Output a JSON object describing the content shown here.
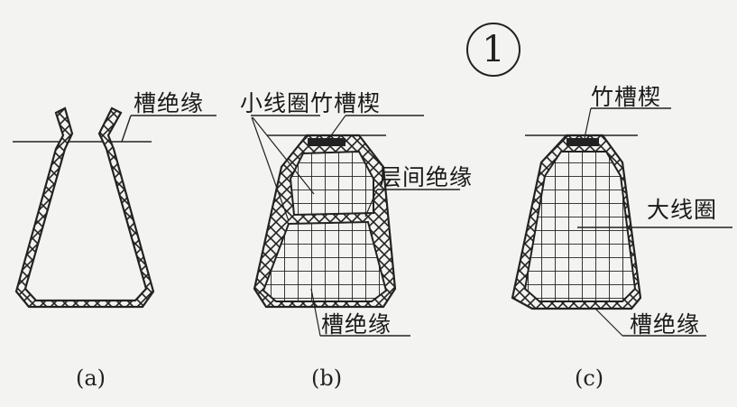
{
  "figure": {
    "number": "1",
    "colors": {
      "ink": "#222222",
      "paper": "#f3f3f1"
    },
    "panels": [
      {
        "id": "a",
        "caption": "(a)",
        "labels": {
          "slot_insulation": "槽绝缘"
        }
      },
      {
        "id": "b",
        "caption": "(b)",
        "labels": {
          "small_coil_wedge": "小线圈竹槽楔",
          "interlayer_insulation": "层间绝缘",
          "slot_insulation": "槽绝缘"
        }
      },
      {
        "id": "c",
        "caption": "(c)",
        "labels": {
          "bamboo_wedge": "竹槽楔",
          "large_coil": "大线圈",
          "slot_insulation": "槽绝缘"
        }
      }
    ]
  }
}
